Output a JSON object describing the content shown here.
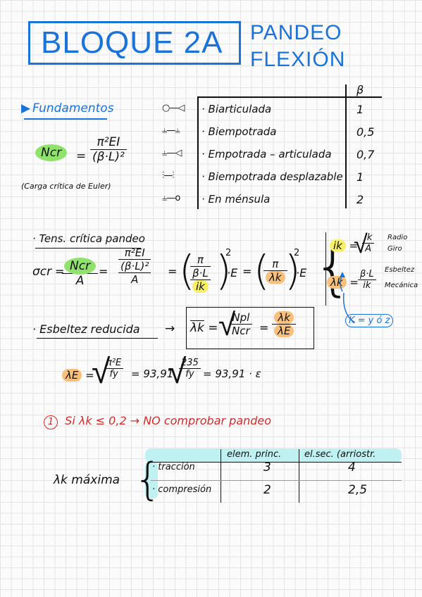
{
  "title": {
    "main": "BLOQUE 2A",
    "sub1": "PANDEO",
    "sub2": "FLEXIÓN"
  },
  "fundamentos": {
    "heading": "Fundamentos",
    "formula": {
      "lhs": "Ncr",
      "eq": "=",
      "num": "π²EI",
      "den": "(β·L)²"
    },
    "caption": "(Carga crítica de Euler)",
    "beta_header": "β",
    "supports": [
      {
        "label": "Biarticulada",
        "beta": "1",
        "symbol": "○—◁"
      },
      {
        "label": "Biempotrada",
        "beta": "0,5",
        "symbol": "⫨—⫨"
      },
      {
        "label": "Empotrada – articulada",
        "beta": "0,7",
        "symbol": "⫨—◁"
      },
      {
        "label": "Biempotrada desplazable",
        "beta": "1",
        "symbol": "⫶—⫶"
      },
      {
        "label": "En ménsula",
        "beta": "2",
        "symbol": "⫨—o"
      }
    ]
  },
  "tension": {
    "heading": "Tens. crítica pandeo",
    "sigma": "σcr",
    "ncr": "Ncr",
    "a": "A",
    "pi2ei": "π²EI",
    "bl2": "(β·L)²",
    "pi": "π",
    "bl": "β·L",
    "ik": "ik",
    "lk": "λk",
    "exp": "2",
    "E": "E",
    "eq": "=",
    "radio_ik": "ik",
    "radio_num": "Ik",
    "radio_den": "A",
    "radio_label1": "Radio",
    "radio_label2": "Giro",
    "esb_lk": "λk",
    "esb_num": "β·L",
    "esb_den": "ik",
    "esb_label1": "Esbeltez",
    "esb_label2": "Mecánica",
    "k_note": "K = y ó z"
  },
  "reducida": {
    "heading": "Esbeltez reducida",
    "arrow": "→",
    "lbar": "λk",
    "npl": "Npl",
    "ncr": "Ncr",
    "lk": "λk",
    "le": "λE"
  },
  "lambda_e": {
    "lhs": "λE",
    "eq": "=",
    "pi2e": "π²E",
    "fy": "fy",
    "val": "= 93,91",
    "num235": "235",
    "tail": "= 93,91 · ε"
  },
  "note": {
    "num": "1",
    "text": "Si  λk ≤ 0,2  → NO comprobar pandeo"
  },
  "maxima": {
    "label": "λk máxima",
    "col1": "elem. princ.",
    "col2": "el.sec. (arriostr.",
    "rows": [
      {
        "label": "· tracción",
        "v1": "3",
        "v2": "4"
      },
      {
        "label": "· compresión",
        "v1": "2",
        "v2": "2,5"
      }
    ]
  },
  "colors": {
    "accent": "#1a73d9",
    "red": "#d42a2a",
    "green": "#8fe36b",
    "yellow": "#f6ef6a",
    "orange": "#f7c07c",
    "cyan": "#bff1f2"
  }
}
